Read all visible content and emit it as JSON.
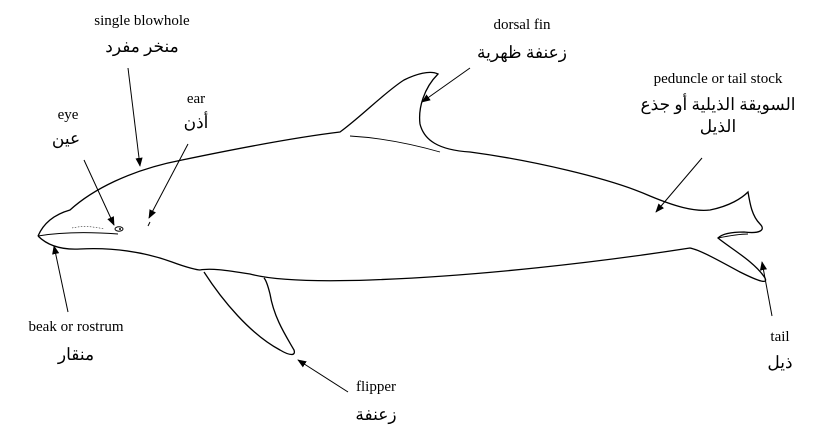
{
  "labels": {
    "blowhole": {
      "en": "single blowhole",
      "ar": "منخر مفرد"
    },
    "dorsal_fin": {
      "en": "dorsal fin",
      "ar": "زعنفة ظهرية"
    },
    "peduncle": {
      "en": "peduncle or tail stock",
      "ar_line1": "السويقة الذيلية أو جذع",
      "ar_line2": "الذيل"
    },
    "eye": {
      "en": "eye",
      "ar": "عين"
    },
    "ear": {
      "en": "ear",
      "ar": "أذن"
    },
    "beak": {
      "en": "beak or rostrum",
      "ar": "منقار"
    },
    "flipper": {
      "en": "flipper",
      "ar": "زعنفة"
    },
    "tail": {
      "en": "tail",
      "ar": "ذيل"
    }
  },
  "colors": {
    "ink": "#000000",
    "background": "#ffffff"
  }
}
